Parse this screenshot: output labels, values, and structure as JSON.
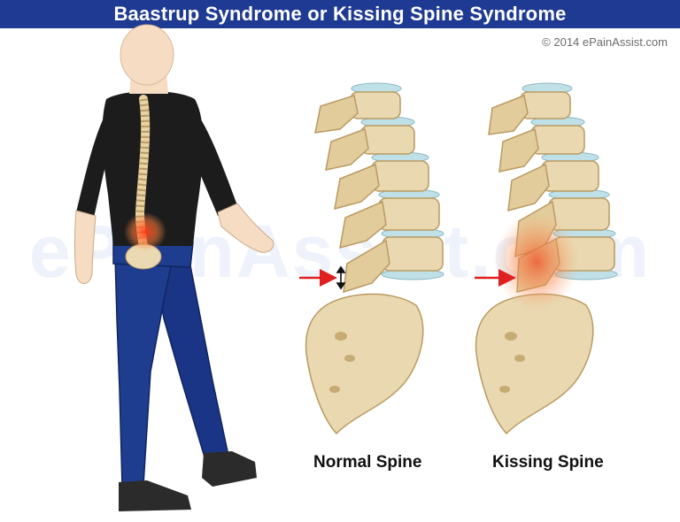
{
  "header": {
    "title": "Baastrup Syndrome or Kissing Spine Syndrome"
  },
  "credit": {
    "copyright": "© 2014 ePainAssist.com"
  },
  "watermark": {
    "text": "ePainAssist.com"
  },
  "panels": {
    "normal": {
      "label": "Normal Spine"
    },
    "kissing": {
      "label": "Kissing Spine"
    }
  },
  "colors": {
    "header_bg": "#1f3a93",
    "bone": "#e9d8b0",
    "disc": "#bfe0e6",
    "shirt": "#1c1c1c",
    "jeans": "#1e3d8f",
    "skin": "#f6dcc2",
    "arrow": "#e02020",
    "inflammation": "#f06a3a"
  }
}
